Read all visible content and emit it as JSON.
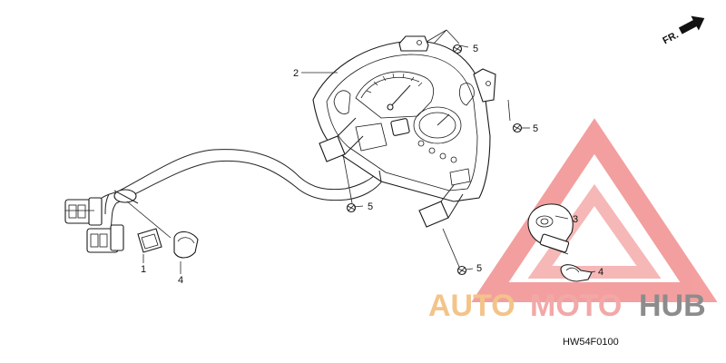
{
  "diagram": {
    "callouts": [
      {
        "id": "c1",
        "text": "1"
      },
      {
        "id": "c2",
        "text": "2"
      },
      {
        "id": "c3",
        "text": "3"
      },
      {
        "id": "c4a",
        "text": "4"
      },
      {
        "id": "c4b",
        "text": "4"
      },
      {
        "id": "c5a",
        "text": "5"
      },
      {
        "id": "c5b",
        "text": "5"
      },
      {
        "id": "c5c",
        "text": "5"
      },
      {
        "id": "c5d",
        "text": "5"
      }
    ],
    "direction_label": "FR.",
    "drawing_code": "HW54F0100"
  },
  "watermark": {
    "text_part1": "AUTO",
    "text_part2": "MOTO",
    "text_part3": "HUB",
    "colors": {
      "auto": "#f3c48a",
      "moto": "#f3a8a8",
      "hub": "#8c8c8c",
      "triangle": "#f08080"
    }
  }
}
